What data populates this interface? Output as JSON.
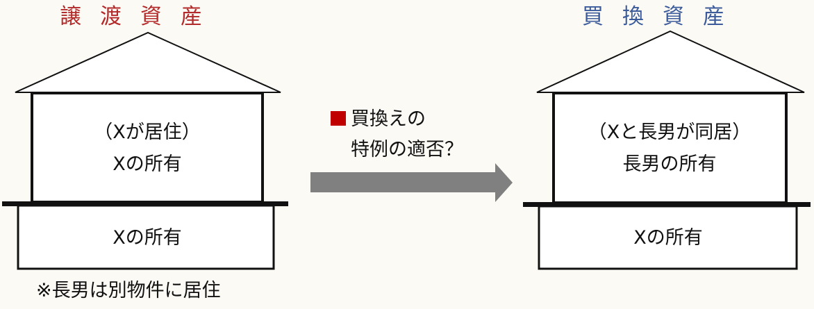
{
  "left_house": {
    "title": "譲渡資産",
    "upper_line1": "（Xが居住）",
    "upper_line2": "Xの所有",
    "lower": "Xの所有",
    "note": "※長男は別物件に居住"
  },
  "right_house": {
    "title": "買換資産",
    "upper_line1": "（Xと長男が同居）",
    "upper_line2": "長男の所有",
    "lower": "Xの所有"
  },
  "arrow": {
    "line1": "買換えの",
    "line2": "特例の適否？"
  },
  "colors": {
    "left_title": "#b22a2a",
    "right_title": "#3b5b9b",
    "bullet": "#c00000",
    "arrow": "#808080",
    "background": "#fcfaf5"
  }
}
